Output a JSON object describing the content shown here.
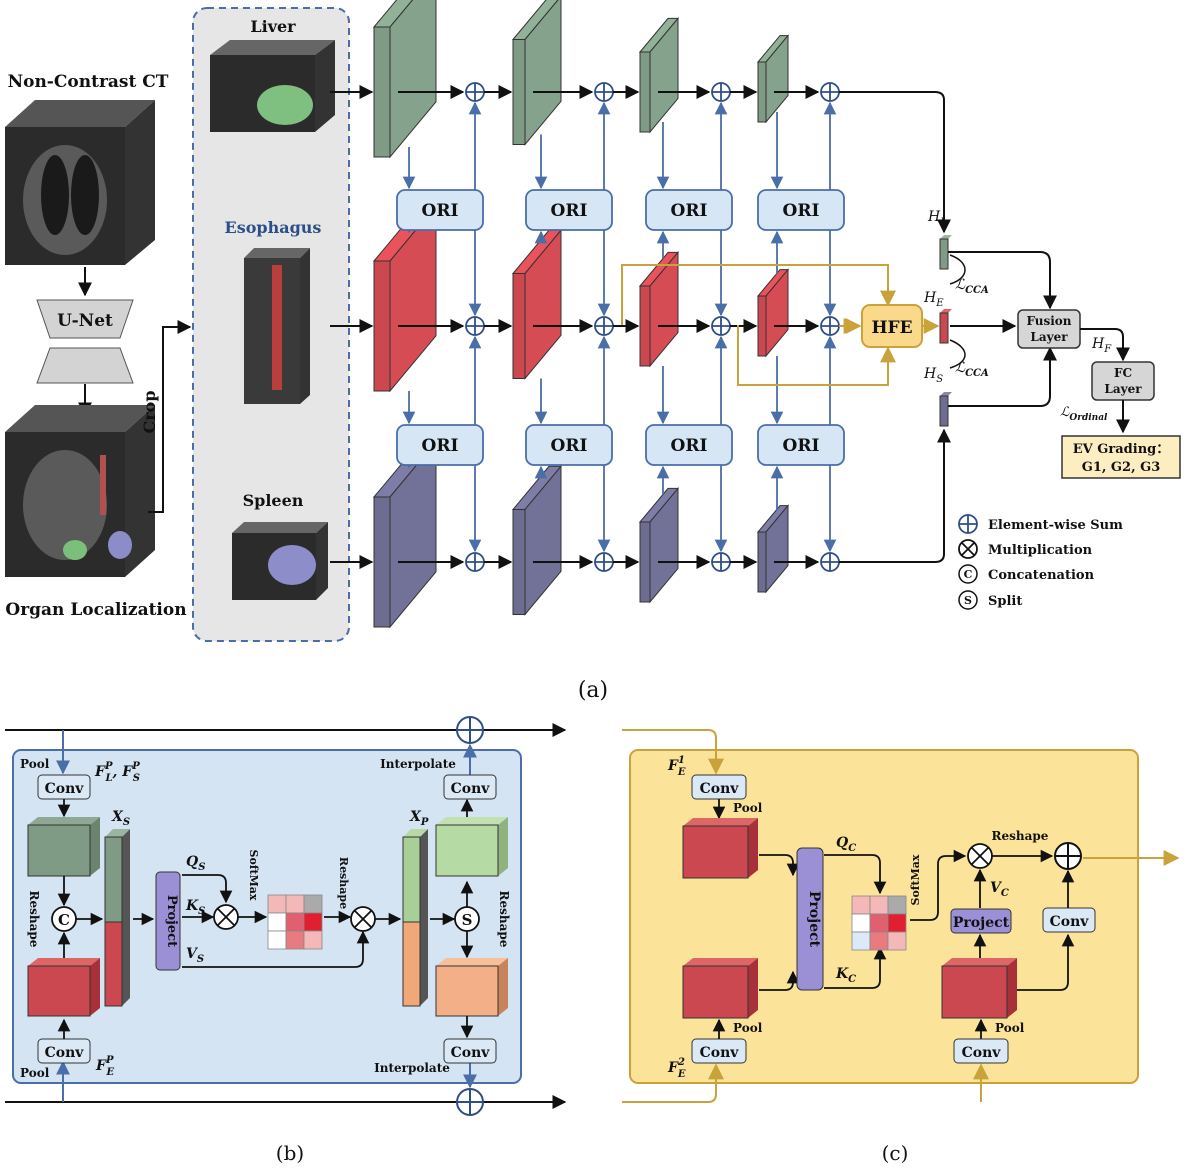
{
  "part_a": {
    "caption": "(a)",
    "ct_title": "Non-Contrast CT",
    "unet_label": "U-Net",
    "organ_loc_label": "Organ Localization",
    "crop_label": "Crop",
    "organs": {
      "liver": "Liver",
      "esophagus": "Esophagus",
      "spleen": "Spleen"
    },
    "ori_label": "ORI",
    "hfe_label": "HFE",
    "feat_h_main": "H",
    "feat_l_sub": "L",
    "feat_e_sub": "E",
    "feat_s_sub": "S",
    "feat_f_sub": "F",
    "loss_symbol": "ℒ",
    "loss_cca_sub": "CCA",
    "loss_ordinal_sub": "Ordinal",
    "fusion_line1": "Fusion",
    "fusion_line2": "Layer",
    "fc_line1": "FC",
    "fc_line2": "Layer",
    "ev_line1": "EV Grading：",
    "ev_line2": "G1, G2, G3",
    "legend": {
      "sum": "Element-wise Sum",
      "mult": "Multiplication",
      "concat": "Concatenation",
      "split": "Split",
      "concat_glyph": "C",
      "split_glyph": "S"
    }
  },
  "part_b": {
    "caption": "(b)",
    "pool": "Pool",
    "conv": "Conv",
    "reshape": "Reshape",
    "project": "Project",
    "softmax": "SoftMax",
    "interpolate": "Interpolate",
    "f_top": "F",
    "f_top_sup": "P",
    "f_top_sub_l": "L",
    "f_top_sub_s": "S",
    "f_bottom_sub": "E",
    "x_s": "X",
    "x_s_sub": "S",
    "x_p": "X",
    "x_p_sub": "P",
    "q_s": "Q",
    "k_s": "K",
    "v_s": "V",
    "s_sub": "S",
    "c_glyph": "C",
    "s_glyph": "S"
  },
  "part_c": {
    "caption": "(c)",
    "conv": "Conv",
    "pool": "Pool",
    "project": "Project",
    "softmax": "SoftMax",
    "reshape": "Reshape",
    "f": "F",
    "f_sub": "E",
    "f_sup1": "1",
    "f_sup2": "2",
    "q_c": "Q",
    "k_c": "K",
    "v_c": "V",
    "c_sub": "C"
  },
  "colors": {
    "liver_block": "#7f9a85",
    "esophagus_block": "#cc4850",
    "spleen_block": "#6d6d91",
    "ori_fill": "#d6e6f5",
    "panel_b_fill": "#d4e4f3",
    "panel_c_fill": "#fbe49a",
    "hfe_fill": "#fbd98a",
    "arrow_blue": "#4a6ea8",
    "arrow_gold": "#c9a23a"
  }
}
